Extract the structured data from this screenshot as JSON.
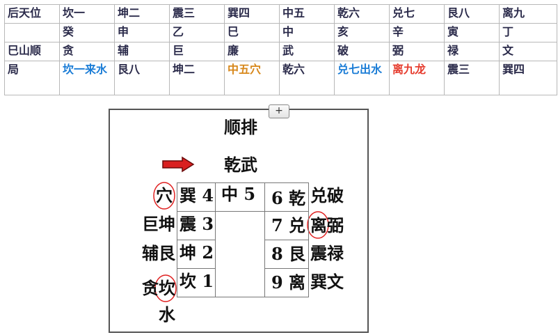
{
  "table": {
    "rows": [
      [
        "后天位",
        "坎一",
        "坤二",
        "震三",
        "巽四",
        "中五",
        "乾六",
        "兑七",
        "艮八",
        "离九"
      ],
      [
        "",
        "癸",
        "申",
        "乙",
        "巳",
        "中",
        "亥",
        "辛",
        "寅",
        "丁"
      ],
      [
        "巳山顺",
        "贪",
        "辅",
        "巨",
        "廉",
        "武",
        "破",
        "弼",
        "禄",
        "文"
      ],
      [
        "局",
        "坎一来水",
        "艮八",
        "坤二",
        "中五穴",
        "乾六",
        "兑七出水",
        "离九龙",
        "震三",
        "巽四"
      ]
    ],
    "colors": {
      "blue": "#1a7cd6",
      "orange": "#d7871a",
      "red": "#e63c2e"
    }
  },
  "figure": {
    "expand_label": "+",
    "title": "顺排",
    "subtitle": "乾武",
    "arrow_color": "#d92020",
    "circle_color": "#e02020",
    "left_col": [
      "穴",
      "巨坤",
      "辅艮",
      "贪坎",
      "水"
    ],
    "grid_left": [
      "巽 4",
      "震 3",
      "坤 2",
      "坎 1"
    ],
    "grid_center": "中 5",
    "grid_right": [
      "6 乾",
      "7 兑",
      "8 艮",
      "9 离"
    ],
    "right_col": [
      "兑破",
      "离弼",
      "震禄",
      "巽文"
    ]
  }
}
